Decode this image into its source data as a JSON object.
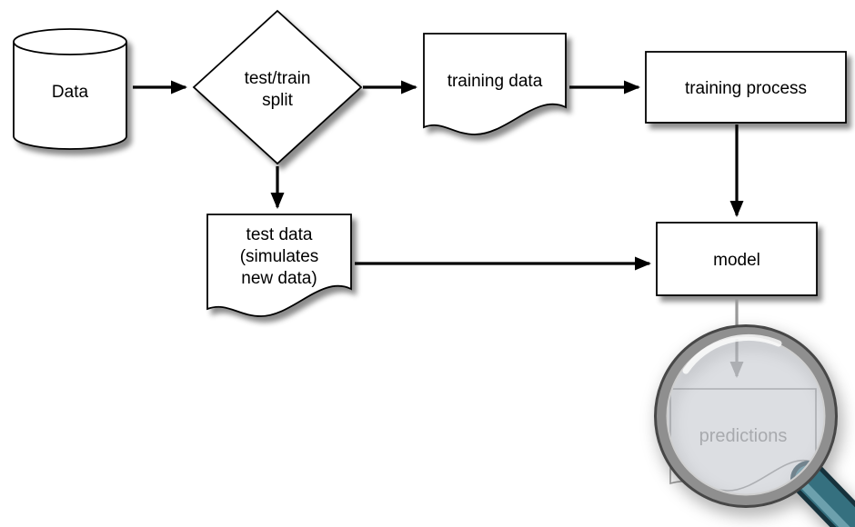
{
  "diagram": {
    "type": "flowchart",
    "topic": "train/test split machine learning workflow",
    "nodes": {
      "data": {
        "shape": "cylinder",
        "label": "Data"
      },
      "split": {
        "shape": "diamond",
        "line1": "test/train",
        "line2": "split"
      },
      "training_data": {
        "shape": "document",
        "label": "training data"
      },
      "training_process": {
        "shape": "rectangle",
        "label": "training process"
      },
      "test_data": {
        "shape": "document",
        "line1": "test data",
        "line2": "(simulates",
        "line3": "new data)"
      },
      "model": {
        "shape": "rectangle",
        "label": "model"
      },
      "predictions": {
        "shape": "document",
        "label": "predictions",
        "note": "shown magnified under a magnifying glass"
      }
    },
    "edges": [
      {
        "from": "data",
        "to": "split"
      },
      {
        "from": "split",
        "to": "training_data"
      },
      {
        "from": "training_data",
        "to": "training_process"
      },
      {
        "from": "split",
        "to": "test_data"
      },
      {
        "from": "training_process",
        "to": "model"
      },
      {
        "from": "test_data",
        "to": "model"
      },
      {
        "from": "model",
        "to": "predictions"
      }
    ],
    "colors": {
      "background": "#ffffff",
      "shape_fill": "#ffffff",
      "shape_stroke": "#000000",
      "arrow": "#000000",
      "lens_arrow": "#9a9a9a",
      "predictions_text": "#8f8f8f",
      "magnifier_rim": "#8f8f8f",
      "magnifier_handle": "#35707f"
    }
  }
}
